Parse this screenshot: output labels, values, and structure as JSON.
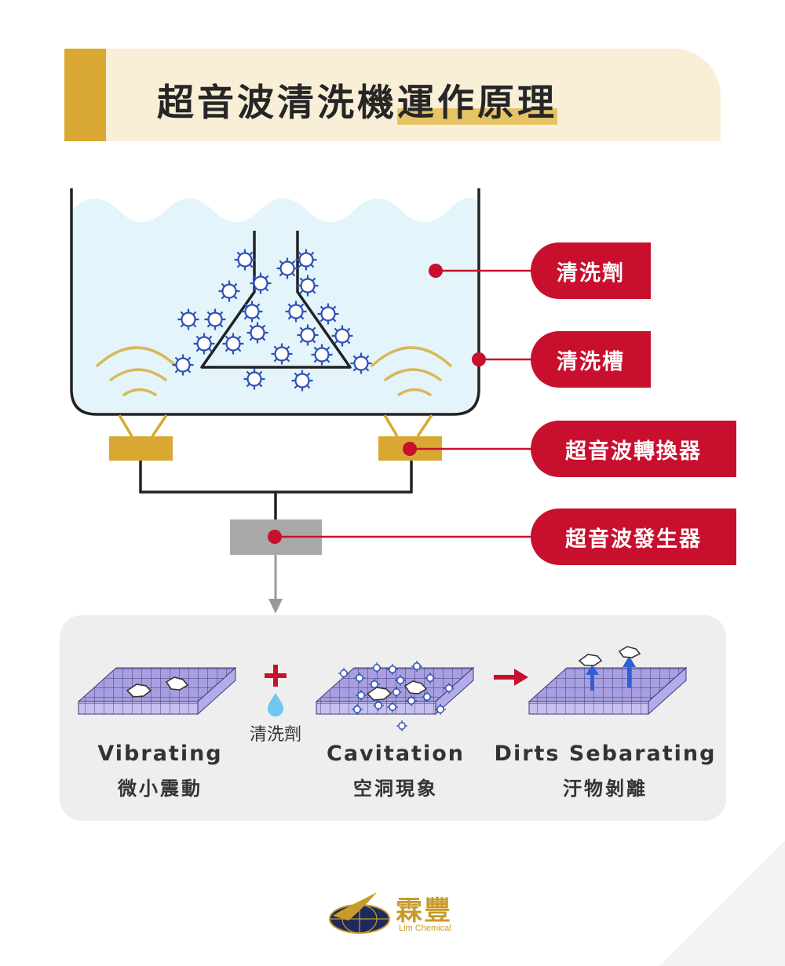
{
  "title": {
    "main": "超音波清洗機",
    "highlight": "運作原理"
  },
  "labels": {
    "detergent": "清洗劑",
    "tank": "清洗槽",
    "transducer": "超音波轉換器",
    "generator": "超音波發生器"
  },
  "steps": [
    {
      "en": "Vibrating",
      "zh": "微小震動"
    },
    {
      "en": "Cavitation",
      "zh": "空洞現象"
    },
    {
      "en": "Dirts Sebarating",
      "zh": "汙物剝離"
    }
  ],
  "step_agent": "清洗劑",
  "logo": {
    "name": "霖豐",
    "sub": "Lim Chemical"
  },
  "colors": {
    "accent_gold": "#d8a832",
    "label_red": "#c8102e",
    "bubble_blue": "#2f50b5",
    "water": "#e3f4fb",
    "grid_purple": "#9d93d8"
  }
}
